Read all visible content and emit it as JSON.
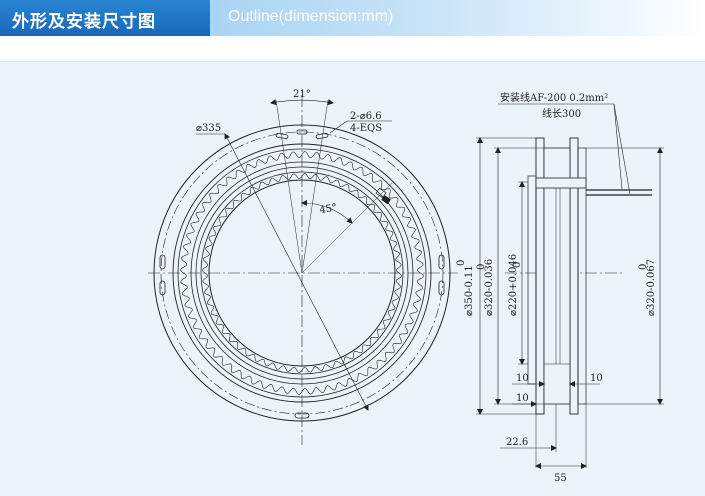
{
  "header": {
    "title_cn": "外形及安装尺寸图",
    "title_en": "Outline(dimension:mm)"
  },
  "front_view": {
    "angle_top": "21°",
    "angle_mid": "45°",
    "dia_outer": "⌀335",
    "holes_line1": "2-⌀6.6",
    "holes_line2": "4-EQS",
    "dia_350": "⌀350-0.11",
    "dia_350_tol_top": "0"
  },
  "side_view": {
    "wire_line1": "安装线AF-200 0.2mm²",
    "wire_line2": "线长300",
    "dia_320a": "⌀320-0.036",
    "dia_320a_tol_top": "0",
    "dia_220": "⌀220+0.046",
    "dia_220_tol_bottom": "0",
    "dia_320b": "⌀320-0.067",
    "dia_320b_tol_top": "0",
    "dim_10_left_upper": "10",
    "dim_10_right": "10",
    "dim_10_left_lower": "10",
    "dim_22_6": "22.6",
    "dim_55": "55"
  }
}
